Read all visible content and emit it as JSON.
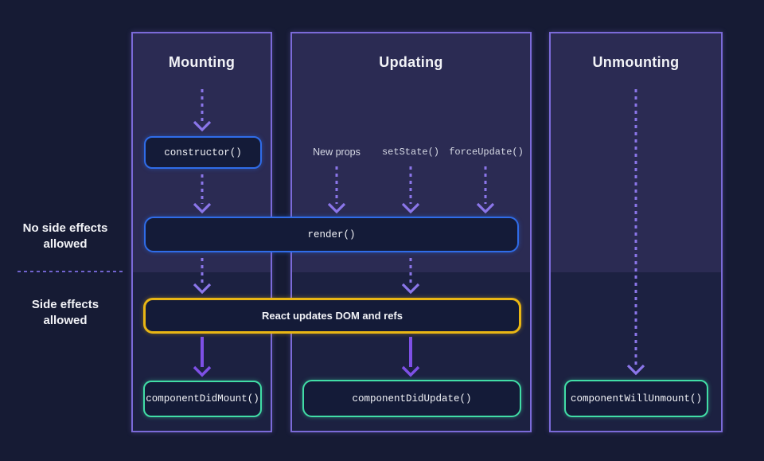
{
  "side_labels": {
    "no_side_effects": "No side effects\nallowed",
    "side_effects": "Side effects\nallowed"
  },
  "columns": [
    {
      "title": "Mounting"
    },
    {
      "title": "Updating"
    },
    {
      "title": "Unmounting"
    }
  ],
  "update_triggers": {
    "new_props": "New props",
    "set_state": "setState()",
    "force_update": "forceUpdate()"
  },
  "boxes": {
    "ctor": "constructor()",
    "render": "render()",
    "react_updates": "React updates DOM and refs",
    "did_mount": "componentDidMount()",
    "did_update": "componentDidUpdate()",
    "will_unmount": "componentWillUnmount()"
  },
  "colors": {
    "bg": "#161b34",
    "col_border": "#7b6ad8",
    "zone_top": "#2b2b53",
    "zone_bottom": "#1c2141",
    "arrow": "#8b76ea",
    "arrow_solid": "#7e50e6",
    "box_fill": "#141b38",
    "blue": "#2f6ce8",
    "yellow": "#e9b614",
    "teal": "#41dda6",
    "text": "#f2f3f7",
    "muted": "#d6d9e4",
    "separator": "#7164cf"
  }
}
